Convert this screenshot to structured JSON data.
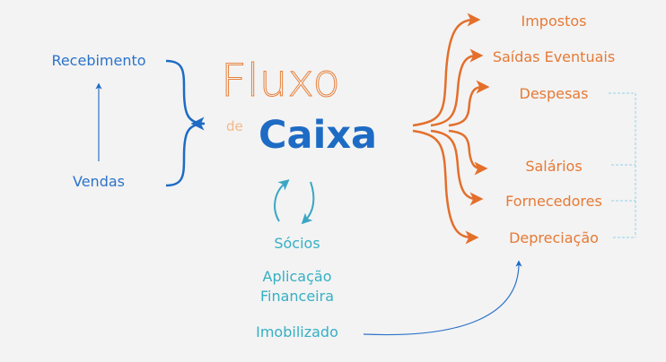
{
  "title": {
    "fluxo": "Fluxo",
    "de": "de",
    "caixa": "Caixa"
  },
  "inflows": {
    "recebimento": "Recebimento",
    "vendas": "Vendas"
  },
  "center_items": {
    "socios": "Sócios",
    "aplicacao_line1": "Aplicação",
    "aplicacao_line2": "Financeira",
    "imobilizado": "Imobilizado"
  },
  "outflows": [
    "Impostos",
    "Saídas Eventuais",
    "Despesas",
    "Salários",
    "Fornecedores",
    "Depreciação"
  ],
  "colors": {
    "blue": "#1e6bc4",
    "orange": "#e36f2b",
    "teal": "#35b0c4",
    "dotted": "#8fd3ea"
  }
}
